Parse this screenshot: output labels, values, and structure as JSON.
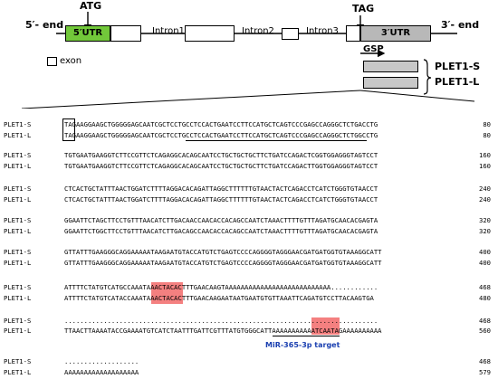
{
  "diagram": {
    "five_prime": "5′- end",
    "three_prime": "3′- end",
    "atg": "ATG",
    "tag": "TAG",
    "utr5": "5′UTR",
    "utr3": "3′UTR",
    "intron1": "Intron1",
    "intron2": "Intron2",
    "intron3": "Intron3",
    "exon_legend": "exon",
    "gsp": "GSP",
    "plet1s": "PLET1-S",
    "plet1l": "PLET1-L"
  },
  "alignment": [
    {
      "s": {
        "name": "PLET1-S",
        "seq": "TAGAAGGAAGCTGGGGGAGCAATCGCTCCTGCCTCCACTGAATCCTTCCATGCTCAGTCCCGAGCCAGGGCTCTGACCTG",
        "pos": "80"
      },
      "l": {
        "name": "PLET1-L",
        "seq": "TAGAAGGAAGCTGGGGGAGCAATCGCTCCTGCCTCCACTGAATCCTTCCATGCTCAGTCCCGAGCCAGGGCTCTGGCCTG",
        "pos": "80"
      }
    },
    {
      "s": {
        "name": "PLET1-S",
        "seq": "TGTGAATGAAGGTCTTCCGTTCTCAGAGGCACAGCAATCCTGCTGCTGCTTCTGATCCAGACTCGGTGGAGGGTAGTCCT",
        "pos": "160"
      },
      "l": {
        "name": "PLET1-L",
        "seq": "TGTGAATGAAGGTCTTCCGTTCTCAGAGGCACAGCAATCCTGCTGCTGCTTCTGATCCAGACTTGGTGGAGGGTAGTCCT",
        "pos": "160"
      }
    },
    {
      "s": {
        "name": "PLET1-S",
        "seq": "CTCACTGCTATTTAACTGGATCTTTTAGGACACAGATTAGGCTTTTTTGTAACTACTCAGACCTCATCTGGGTGTAACCT",
        "pos": "240"
      },
      "l": {
        "name": "PLET1-L",
        "seq": "CTCACTGCTATTTAACTGGATCTTTTAGGACACAGATTAGGCTTTTTTGTAACTACTCAGACCTCATCTGGGTGTAACCT",
        "pos": "240"
      }
    },
    {
      "s": {
        "name": "PLET1-S",
        "seq": "GGAATTCTAGCTTCCTGTTTAACATCTTGACAACCAACACCACAGCCAATCTAAACTTTTGTTTAGATGCAACACGAGTA",
        "pos": "320"
      },
      "l": {
        "name": "PLET1-L",
        "seq": "GGAATTCTGGCTTCCTGTTTAACATCTTGACAGCCAACACCACAGCCAATCTAAACTTTTGTTTAGATGCAACACGAGTA",
        "pos": "320"
      }
    },
    {
      "s": {
        "name": "PLET1-S",
        "seq": "GTTATTTGAAGGGCAGGAAAAATAAGAATGTACCATGTCTGAGTCCCCAGGGGTAGGGAACGATGATGGTGTAAAGGCATT",
        "pos": "400"
      },
      "l": {
        "name": "PLET1-L",
        "seq": "GTTATTTGAAGGGCAGGAAAAATAAGAATGTACCATGTCTGAGTCCCCAGGGGTAGGGAACGATGATGGTGTAAAGGCATT",
        "pos": "400"
      }
    },
    {
      "s": {
        "name": "PLET1-S",
        "seq": "ATTTTCTATGTCATGCCAAATAAACTACACTTTGAACAAGTAAAAAAAAAAAAAAAAAAAAAAAAAAA............",
        "pos": "468"
      },
      "l": {
        "name": "PLET1-L",
        "seq": "ATTTTCTATGTCATACCAAATAAACTACACTTTGAACAAGAATAATGAATGTGTTAAATTCAGATGTCCTTACAAGTGA",
        "pos": "480"
      }
    },
    {
      "s": {
        "name": "PLET1-S",
        "seq": "................................................................................",
        "pos": "468"
      },
      "l": {
        "name": "PLET1-L",
        "seq": "TTAACTTAAAATACCGAAAATGTCATCTAATTTGATTCGTTTATGTGGGCATTAAAAAAAAAAATCAATAGAAAAAAAAAA",
        "pos": "560"
      }
    },
    {
      "s": {
        "name": "PLET1-S",
        "seq": "...................",
        "pos": "468"
      },
      "l": {
        "name": "PLET1-L",
        "seq": "AAAAAAAAAAAAAAAAAAA",
        "pos": "579"
      }
    }
  ],
  "mir_label": "MiR-365-3p target",
  "colors": {
    "utr5": "#72c83a",
    "utr3": "#b8b8b8",
    "highlight": "#f26a6a",
    "mir": "#1a3fb0"
  }
}
